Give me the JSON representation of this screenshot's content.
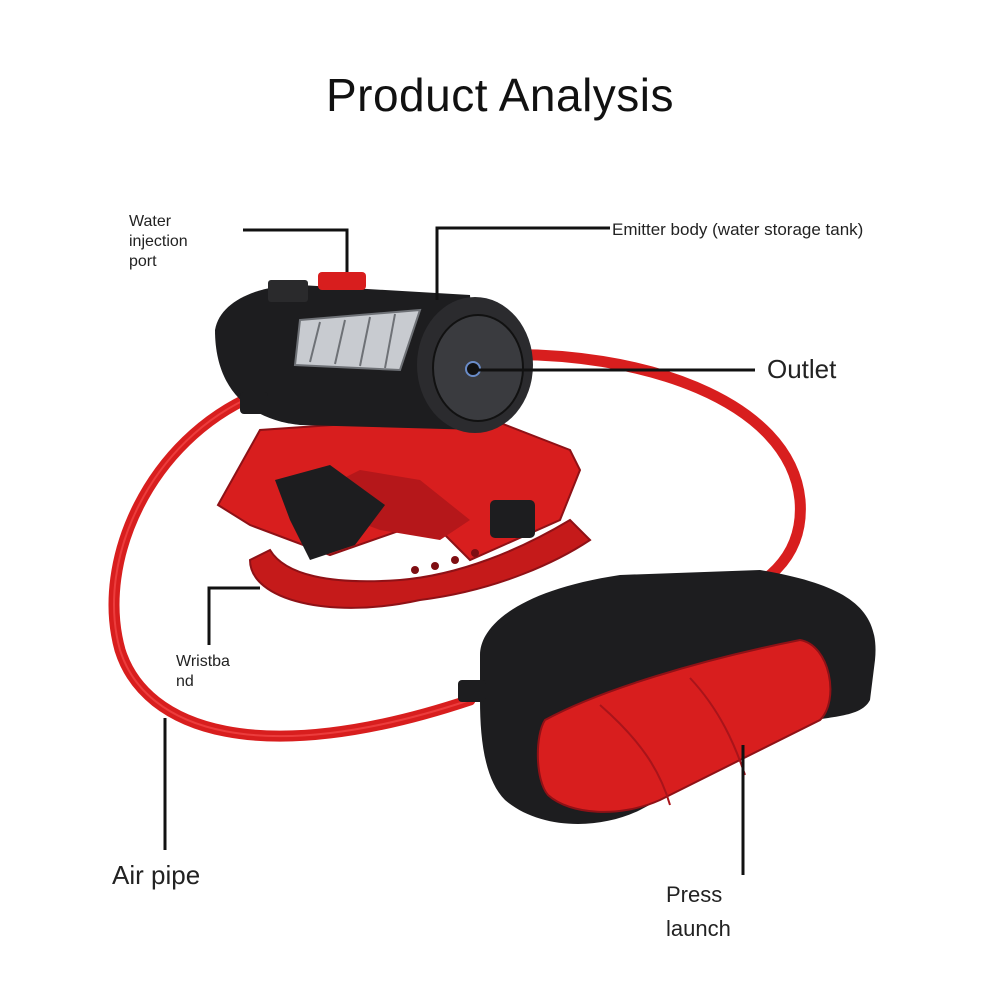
{
  "title": "Product Analysis",
  "labels": {
    "water_injection_port": [
      "Water",
      "injection",
      "port"
    ],
    "emitter_body": "Emitter body (water storage tank)",
    "outlet": "Outlet",
    "wristband": [
      "Wristba",
      "nd"
    ],
    "air_pipe": "Air pipe",
    "press_launch": [
      "Press",
      "launch"
    ]
  },
  "colors": {
    "red": "#d81e1e",
    "dark_red": "#a9141a",
    "black": "#1d1d1f",
    "silver": "#c8cbd0",
    "leader": "#111111"
  }
}
